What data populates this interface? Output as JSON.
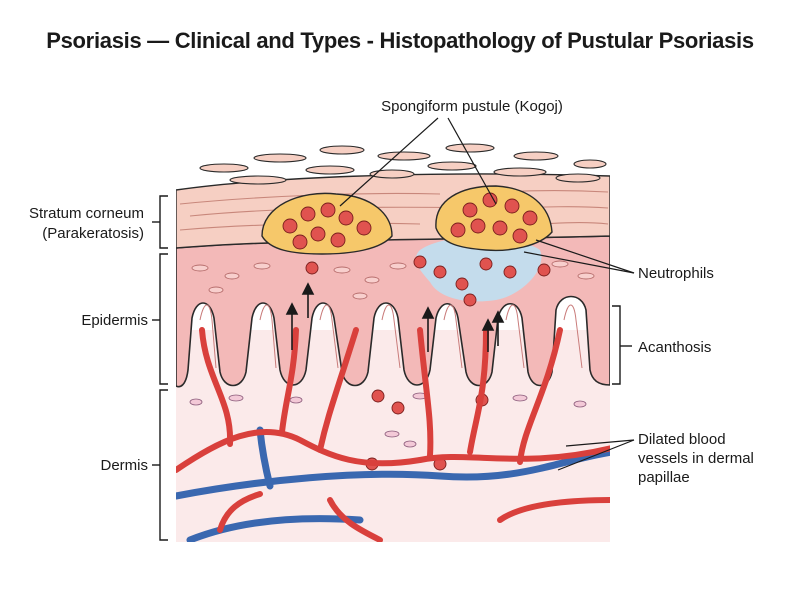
{
  "title": "Psoriasis — Clinical and Types - Histopathology of Pustular Psoriasis",
  "labels": {
    "stratum_line1": "Stratum corneum",
    "stratum_line2": "(Parakeratosis)",
    "epidermis": "Epidermis",
    "dermis": "Dermis",
    "spongiform": "Spongiform pustule (Kogoj)",
    "neutrophils": "Neutrophils",
    "acanthosis": "Acanthosis",
    "vessels_line1": "Dilated blood",
    "vessels_line2": "vessels in dermal",
    "vessels_line3": "papillae"
  },
  "colors": {
    "dermis": "#fbeaea",
    "epidermis": "#f3b9b8",
    "stratum": "#f6cfc3",
    "pustule": "#f6c86a",
    "neutrophil": "#e0534f",
    "spongiosis": "#bfe0f2",
    "artery": "#d9403c",
    "vein": "#3a68b0",
    "outline": "#2a2a2a"
  }
}
